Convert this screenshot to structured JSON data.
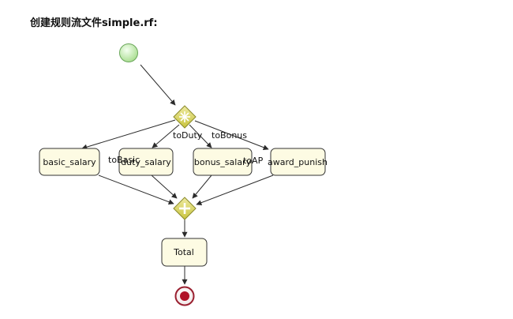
{
  "header": {
    "title": "创建规则流文件simple.rf:"
  },
  "flow": {
    "nodes": {
      "start": {
        "type": "start-event"
      },
      "split": {
        "type": "split-gateway"
      },
      "basic_salary": {
        "label": "basic_salary"
      },
      "duty_salary": {
        "label": "duty_salary"
      },
      "bonus_salary": {
        "label": "bonus_salary"
      },
      "award_punish": {
        "label": "award_punish"
      },
      "join": {
        "type": "join-gateway"
      },
      "total": {
        "label": "Total"
      },
      "end": {
        "type": "end-event"
      }
    },
    "edge_labels": {
      "toBasic": "toBasic",
      "toDuty": "toDuty",
      "toBonus": "toBonus",
      "toAP": "toAP"
    }
  },
  "colors": {
    "task_fill": "#fdfbe3",
    "gateway_fill": "#d8d45a",
    "gateway_stroke": "#8a8a2a",
    "start_fill": "#b8e6a0",
    "end_fill": "#b01228"
  }
}
